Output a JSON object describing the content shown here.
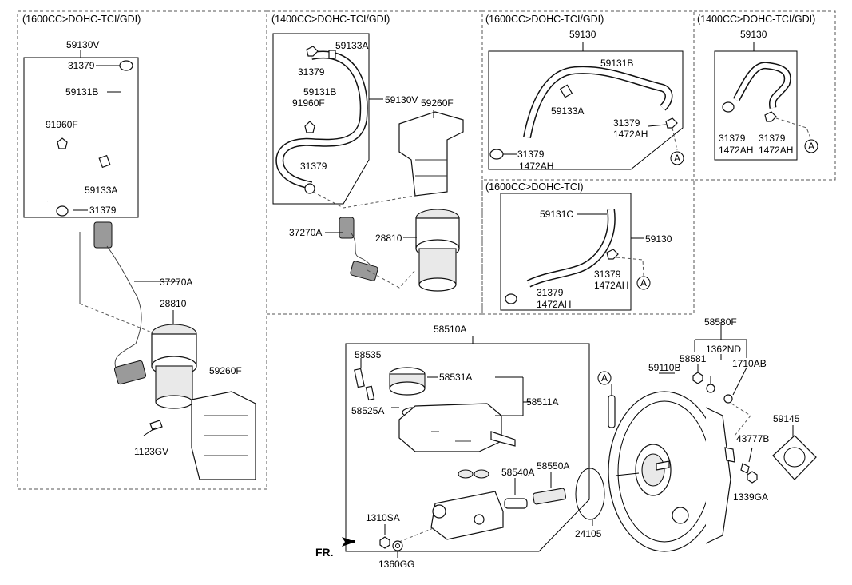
{
  "sections": {
    "top_left": "(1600CC>DOHC-TCI/GDI)",
    "top_mid": "(1400CC>DOHC-TCI/GDI)",
    "top_right1": "(1600CC>DOHC-TCI/GDI)",
    "top_right2": "(1400CC>DOHC-TCI/GDI)",
    "mid_right": "(1600CC>DOHC-TCI)"
  },
  "labels": {
    "l_59130V": "59130V",
    "l_31379a": "31379",
    "l_59131B": "59131B",
    "l_91960F": "91960F",
    "l_59133A": "59133A",
    "l_31379b": "31379",
    "l_37270A": "37270A",
    "l_28810": "28810",
    "l_59260F": "59260F",
    "l_1123GV": "1123GV",
    "m_59133A": "59133A",
    "m_31379a": "31379",
    "m_59131B": "59131B",
    "m_59130V": "59130V",
    "m_91960F": "91960F",
    "m_31379b": "31379",
    "m_59260F": "59260F",
    "m_37270A": "37270A",
    "m_28810": "28810",
    "r_59130": "59130",
    "r_59131B": "59131B",
    "r_59133A": "59133A",
    "r_31379a": "31379",
    "r_1472AHa": "1472AH",
    "r_31379b": "31379",
    "r_1472AHb": "1472AH",
    "s_59130": "59130",
    "s_31379a": "31379",
    "s_1472AHa": "1472AH",
    "s_31379b": "31379",
    "s_1472AHb": "1472AH",
    "c_59131C": "59131C",
    "c_59130": "59130",
    "c_31379a": "31379",
    "c_1472AHa": "1472AH",
    "c_31379b": "31379",
    "c_1472AHb": "1472AH",
    "b_58510A": "58510A",
    "b_58535": "58535",
    "b_58531A": "58531A",
    "b_58511A": "58511A",
    "b_58525A": "58525A",
    "b_58540A": "58540A",
    "b_58550A": "58550A",
    "b_24105": "24105",
    "b_1310SA": "1310SA",
    "b_1360GG": "1360GG",
    "v_58580F": "58580F",
    "v_1362ND": "1362ND",
    "v_58581": "58581",
    "v_59110B": "59110B",
    "v_1710AB": "1710AB",
    "v_59145": "59145",
    "v_43777B": "43777B",
    "v_1339GA": "1339GA"
  },
  "refs": {
    "a": "A"
  },
  "direction": "FR."
}
